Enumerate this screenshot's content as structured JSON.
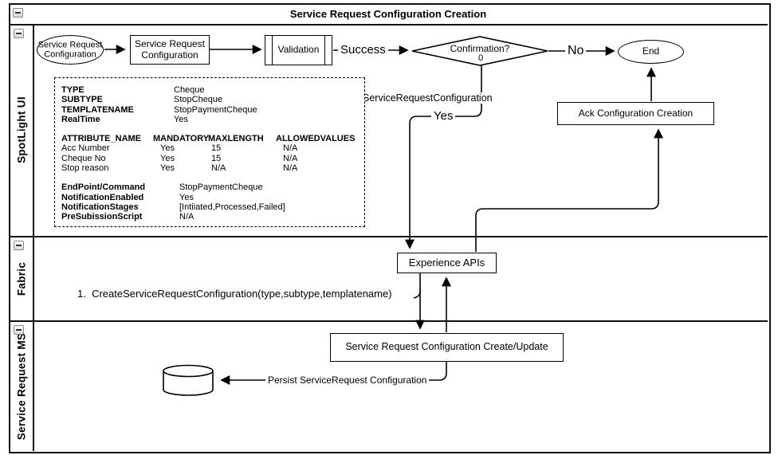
{
  "title": "Service Request Configuration Creation",
  "lanes": {
    "spotlight": "SpotLight UI",
    "fabric": "Fabric",
    "service_request_ms": "Service Request MS"
  },
  "flow": {
    "start": "Service Request Configuration",
    "config_box": "Service Request Configuration",
    "validation": "Validation",
    "success": "Success",
    "decision": "Confirmation?",
    "decision_tail": "0",
    "no": "No",
    "end": "End",
    "yes": "Yes",
    "payload": "ServiceRequestConfiguration",
    "ack": "Ack Configuration Creation",
    "experience_apis": "Experience APIs",
    "create_call": "1.  CreateServiceRequestConfiguration(type,subtype,templatename)",
    "create_update": "Service Request Configuration Create/Update",
    "persist": "Persist ServiceRequest Configuration"
  },
  "spec": {
    "kv_top": [
      [
        "TYPE",
        "Cheque"
      ],
      [
        "SUBTYPE",
        "StopCheque"
      ],
      [
        "TEMPLATENAME",
        "StopPaymentCheque"
      ],
      [
        "RealTime",
        "Yes"
      ]
    ],
    "attr_headers": [
      "ATTRIBUTE_NAME",
      "MANDATORY",
      "MAXLENGTH",
      "ALLOWEDVALUES"
    ],
    "attr_rows": [
      [
        "Acc Number",
        "Yes",
        "15",
        "N/A"
      ],
      [
        "Cheque No",
        "Yes",
        "15",
        "N/A"
      ],
      [
        "Stop reason",
        "Yes",
        "N/A",
        "N/A"
      ]
    ],
    "kv_bottom": [
      [
        "EndPoint/Command",
        "StopPaymentCheque"
      ],
      [
        "NotificationEnabled",
        "Yes"
      ],
      [
        "NotificationStages",
        "[Intiiated,Processed,Failed]"
      ],
      [
        "PreSubissionScript",
        "N/A"
      ]
    ]
  },
  "colors": {
    "ink": "#000000",
    "background": "#ffffff",
    "icon_border": "#8a8a8a"
  }
}
